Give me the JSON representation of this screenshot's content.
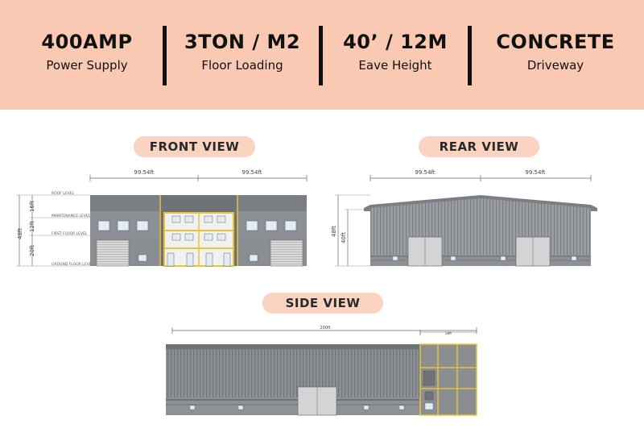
{
  "stats": [
    {
      "value": "400AMP",
      "label": "Power Supply"
    },
    {
      "value": "3TON / M2",
      "label": "Floor Loading"
    },
    {
      "value": "40’ / 12M",
      "label": "Eave Height"
    },
    {
      "value": "CONCRETE",
      "label": "Driveway"
    }
  ],
  "views": {
    "front": {
      "title": "FRONT VIEW",
      "width_left": "99.54ft",
      "width_right": "99.54ft",
      "total_height": "48ft",
      "segments": [
        "16ft",
        "12ft",
        "20ft"
      ],
      "levels": [
        "ROOF LEVEL",
        "MAINTENANCE LEVEL",
        "FIRST FLOOR LEVEL",
        "GROUND FLOOR LEVEL"
      ]
    },
    "rear": {
      "title": "REAR VIEW",
      "width_left": "99.54ft",
      "width_right": "99.54ft",
      "total_height": "48ft",
      "eave_height": "40ft"
    },
    "side": {
      "title": "SIDE VIEW",
      "length": "200ft",
      "office_length": "28ft"
    }
  },
  "colors": {
    "banner": "#f9c9b4",
    "pill": "#fbd3c1",
    "cladding": "#8f9296",
    "office_frame": "#e8c339"
  }
}
